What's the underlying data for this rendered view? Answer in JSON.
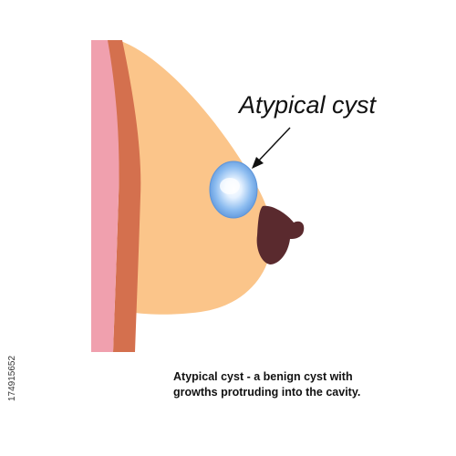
{
  "diagram": {
    "cyst_label": "Atypical cyst",
    "caption_line1": "Atypical cyst - a benign cyst with",
    "caption_line2": "growths protruding into the cavity.",
    "stock_id": "174915652",
    "colors": {
      "skin_outer": "#F0A0AE",
      "muscle": "#D4704E",
      "tissue": "#FBC58A",
      "nipple": "#5A2A2E",
      "cyst": "#7FB2EC",
      "arrow": "#111111"
    }
  }
}
